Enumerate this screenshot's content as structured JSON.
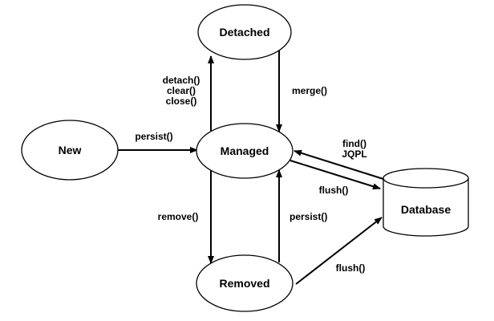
{
  "states": {
    "new": "New",
    "detached": "Detached",
    "managed": "Managed",
    "removed": "Removed"
  },
  "store": {
    "database": "Database"
  },
  "transitions": {
    "new_to_managed": "persist()",
    "managed_to_detached": [
      "detach()",
      "clear()",
      "close()"
    ],
    "detached_to_managed": "merge()",
    "database_to_managed": [
      "find()",
      "JQPL"
    ],
    "managed_to_database": "flush()",
    "managed_to_removed": "remove()",
    "removed_to_managed": "persist()",
    "removed_to_database": "flush()"
  }
}
